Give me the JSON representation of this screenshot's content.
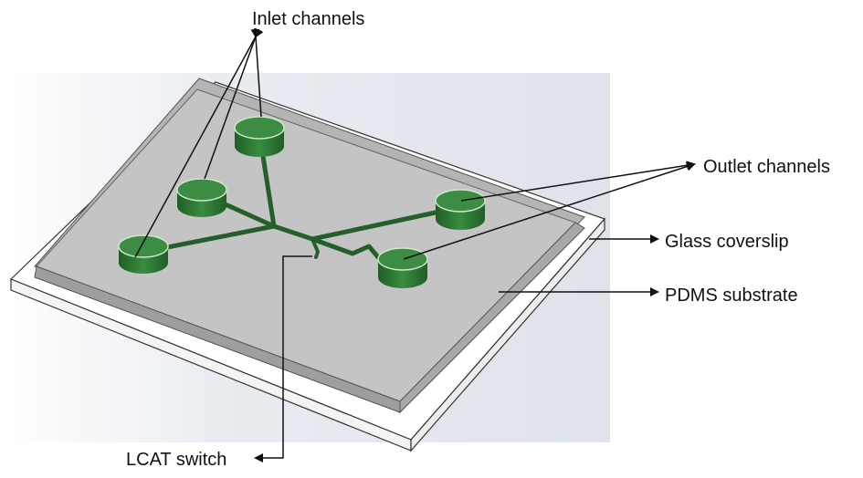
{
  "labels": {
    "inlet": "Inlet channels",
    "outlet": "Outlet channels",
    "glass": "Glass coverslip",
    "pdms": "PDMS substrate",
    "lcat": "LCAT switch"
  },
  "colors": {
    "background_panel": "#e6e9ef",
    "glass": "#ffffff",
    "pdms_top": "#c6c6c6",
    "pdms_edge": "#9c9c9c",
    "channel": "#2a6a2f",
    "well_side": "#2e7f38",
    "well_top": "#3e8e45",
    "arrow": "#111111"
  }
}
